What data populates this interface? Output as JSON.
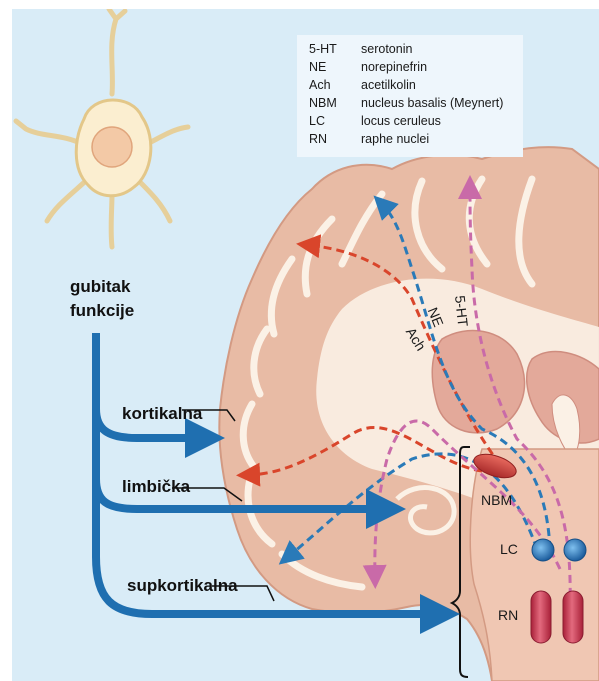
{
  "legend": [
    {
      "abbr": "5-HT",
      "name": "serotonin"
    },
    {
      "abbr": "NE",
      "name": "norepinefrin"
    },
    {
      "abbr": "Ach",
      "name": "acetilkolin"
    },
    {
      "abbr": "NBM",
      "name": "nucleus basalis (Meynert)"
    },
    {
      "abbr": "LC",
      "name": "locus ceruleus"
    },
    {
      "abbr": "RN",
      "name": "raphe nuclei"
    }
  ],
  "heading": {
    "line1": "gubitak",
    "line2": "funkcije"
  },
  "branches": {
    "cortical": "kortikalna",
    "limbic": "limbička",
    "subcortical": "supkortikalna"
  },
  "pathway_labels": {
    "ach": "Ach",
    "ne": "NE",
    "ht": "5-HT"
  },
  "region_labels": {
    "nbm": "NBM",
    "lc": "LC",
    "rn": "RN"
  },
  "colors": {
    "ach": "#d9452b",
    "ne": "#2a7ab8",
    "ht": "#c96aa8",
    "arrow": "#1f6fb0",
    "nbm": "#c83a3a",
    "lc": "#2b74b8",
    "rn": "#c8334a",
    "tissue": "#e8bba5",
    "white_matter": "#fbf1e6"
  }
}
